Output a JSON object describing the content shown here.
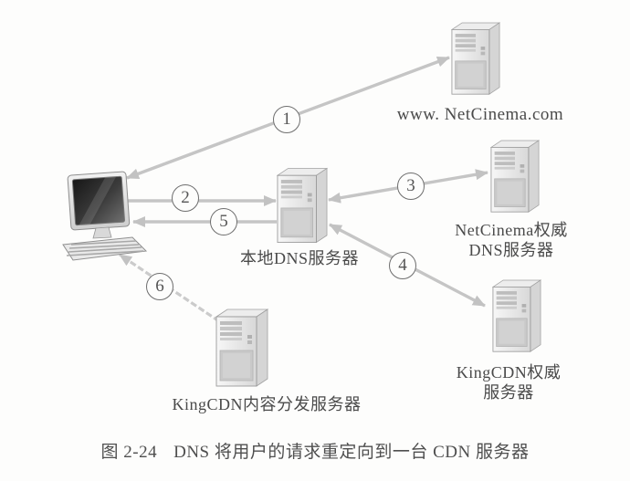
{
  "figure_caption": {
    "label": "图 2-24",
    "text": "DNS 将用户的请求重定向到一台 CDN 服务器"
  },
  "nodes": {
    "origin_server": {
      "label": "www. NetCinema.com"
    },
    "netcinema_auth_dns": {
      "label": "NetCinema权威\nDNS服务器"
    },
    "local_dns": {
      "label": "本地DNS服务器"
    },
    "kingcdn_auth": {
      "label": "KingCDN权威\n服务器"
    },
    "kingcdn_content": {
      "label": "KingCDN内容分发服务器"
    }
  },
  "steps": {
    "s1": "1",
    "s2": "2",
    "s3": "3",
    "s4": "4",
    "s5": "5",
    "s6": "6"
  },
  "colors": {
    "arrow": "#c5c5c5",
    "text": "#4a4a4a",
    "circle_border": "#6e6e6e",
    "background": "#fdfdfc"
  }
}
